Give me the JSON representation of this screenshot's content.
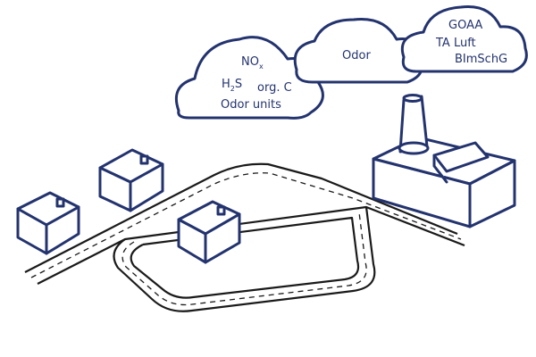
{
  "colors": {
    "line": "#23336e",
    "road": "#1a1a1a",
    "background": "#ffffff"
  },
  "clouds": {
    "left": {
      "no_base": "NO",
      "no_sub": "x",
      "h2s_pre": "H",
      "h2s_sub": "2",
      "h2s_post": "S",
      "org_c": "org. C",
      "odor_units": "Odor units"
    },
    "middle": {
      "odor": "Odor"
    },
    "right": {
      "goaa": "GOAA",
      "ta_luft": "TA Luft",
      "bimschg": "BImSchG"
    }
  },
  "icons": [
    "cloud-icon",
    "house-icon",
    "factory-icon",
    "road-icon"
  ]
}
